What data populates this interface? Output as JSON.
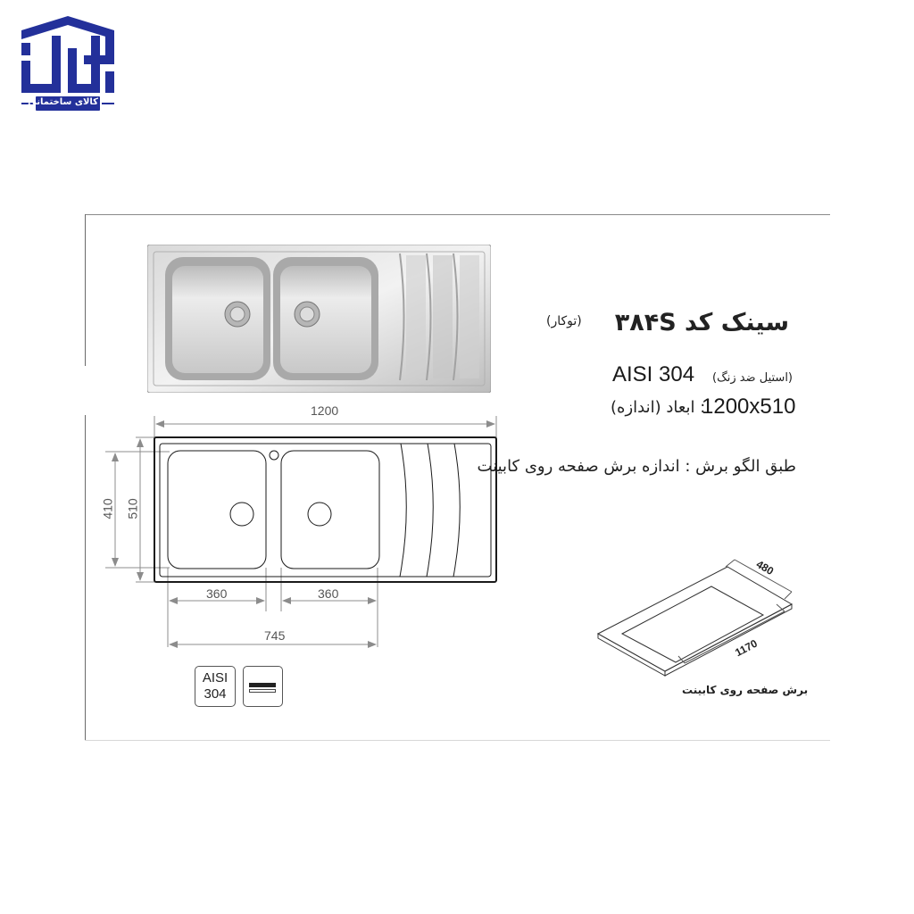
{
  "brand": {
    "logo_text": "کالای ساختمانی",
    "logo_color": "#23309a"
  },
  "product": {
    "title": "سینک کد ۳۸۴S",
    "install_type": "(توکار)",
    "material_grade": "AISI 304",
    "material_label": "(استیل ضد زنگ)",
    "dimensions_value": "1200x510",
    "dimensions_label": ": ابعاد (اندازه)",
    "cut_note": "طبق الگو برش : اندازه برش صفحه روی کابینت"
  },
  "drawing": {
    "overall_width": "1200",
    "overall_depth": "510",
    "bowl_depth": "410",
    "bowl_width_left": "360",
    "bowl_width_right": "360",
    "bowls_total_width": "745"
  },
  "cutout": {
    "depth": "480",
    "length": "1170",
    "caption": "برش صفحه روی کابینت"
  },
  "badges": {
    "material_line1": "AISI",
    "material_line2": "304",
    "install_icon": "inset-mount-icon"
  },
  "colors": {
    "frame_line": "#8a8a8a",
    "drawing_line": "#1a1a1a",
    "dimension_line": "#8c8c8c",
    "text": "#222222"
  }
}
